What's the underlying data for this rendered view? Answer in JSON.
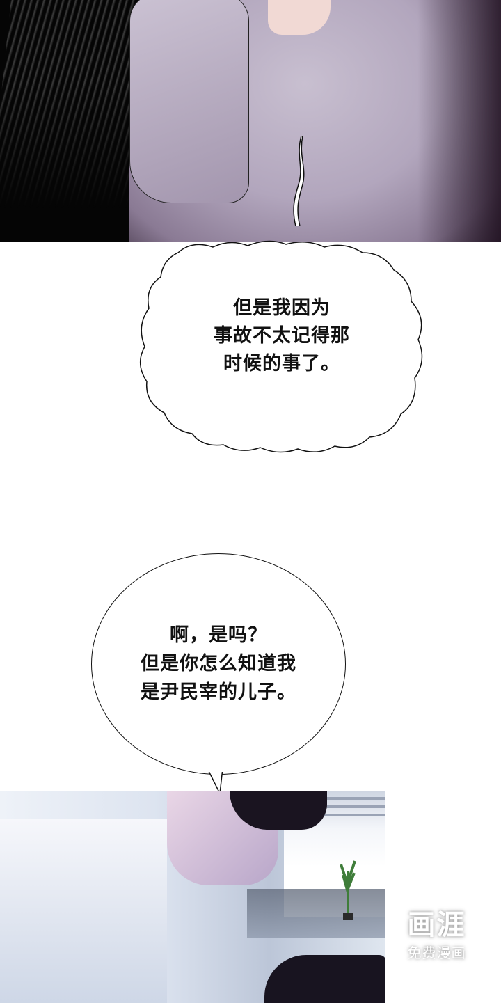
{
  "comic": {
    "panels": [
      {
        "id": "panel-top",
        "description": "character in lavender sweater against dark background"
      },
      {
        "id": "panel-bottom",
        "description": "man in white shirt looking down, office with plant"
      }
    ],
    "bubbles": [
      {
        "id": "bubble1",
        "style": "wavy",
        "lines": [
          "但是我因为",
          "事故不太记得那",
          "时候的事了。"
        ]
      },
      {
        "id": "bubble2",
        "style": "round",
        "lines": [
          "啊，是吗？",
          "但是你怎么知道我",
          "是尹民宰的儿子。"
        ]
      }
    ]
  },
  "watermark": {
    "logo": "画涯",
    "subtitle": "免费漫画"
  },
  "colors": {
    "top_panel_bg": "#050505",
    "sweater": "#b2a6bd",
    "bubble_text": "#111111",
    "bottom_panel_tint": "#dde4f0"
  }
}
